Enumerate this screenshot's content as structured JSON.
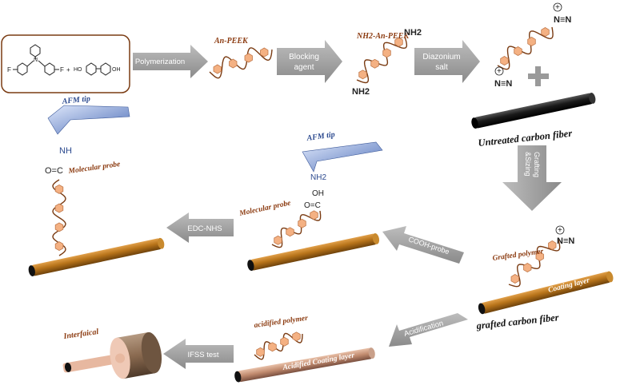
{
  "monomer_box": {
    "left_formula_atoms": [
      "F",
      "N",
      "F"
    ],
    "plus": "+",
    "right_formula_atoms": [
      "HO",
      "OH"
    ]
  },
  "arrows": {
    "polymerization": "Polymerization",
    "blocking_agent_line1": "Blocking",
    "blocking_agent_line2": "agent",
    "diazonium_line1": "Diazonium",
    "diazonium_line2": "salt",
    "grafting_line1": "Grafting",
    "grafting_line2": "&Sizing",
    "cooh_probe": "COOH-probe",
    "edc_nhs": "EDC-NHS",
    "acidification": "Acidification",
    "ifss_test": "IFSS test"
  },
  "labels": {
    "an_peek": "An-PEEK",
    "nh2_an_peek": "NH2-An-PEEK",
    "nh2": "NH2",
    "diazonium_group": "N≡N",
    "charge": "+",
    "untreated_fiber": "Untreated carbon fiber",
    "grafted_polymer": "Grafted polymer",
    "coating_layer": "Coating layer",
    "grafted_fiber": "grafted carbon fiber",
    "acidified_polymer": "acidified polymer",
    "acidified_coating": "Acidified Coating layer",
    "interfacial": "Interfaical",
    "afm_tip": "AFM tip",
    "molecular_probe": "Molecular probe",
    "oh": "OH",
    "c_eq_o": "O=C",
    "nh": "NH",
    "o_eq_c": "O=C"
  },
  "colors": {
    "arrow_gray": "#9a9a9a",
    "chain_brown": "#7a3b12",
    "hexagon_fill": "#f4b183",
    "hexagon_stroke": "#c0784a",
    "fiber_gold": "#b8741a",
    "fiber_black": "#1a1a1a",
    "label_brown": "#8b3a0f",
    "afm_blue": "#6b8fd6",
    "box_border": "#7a3b12"
  }
}
